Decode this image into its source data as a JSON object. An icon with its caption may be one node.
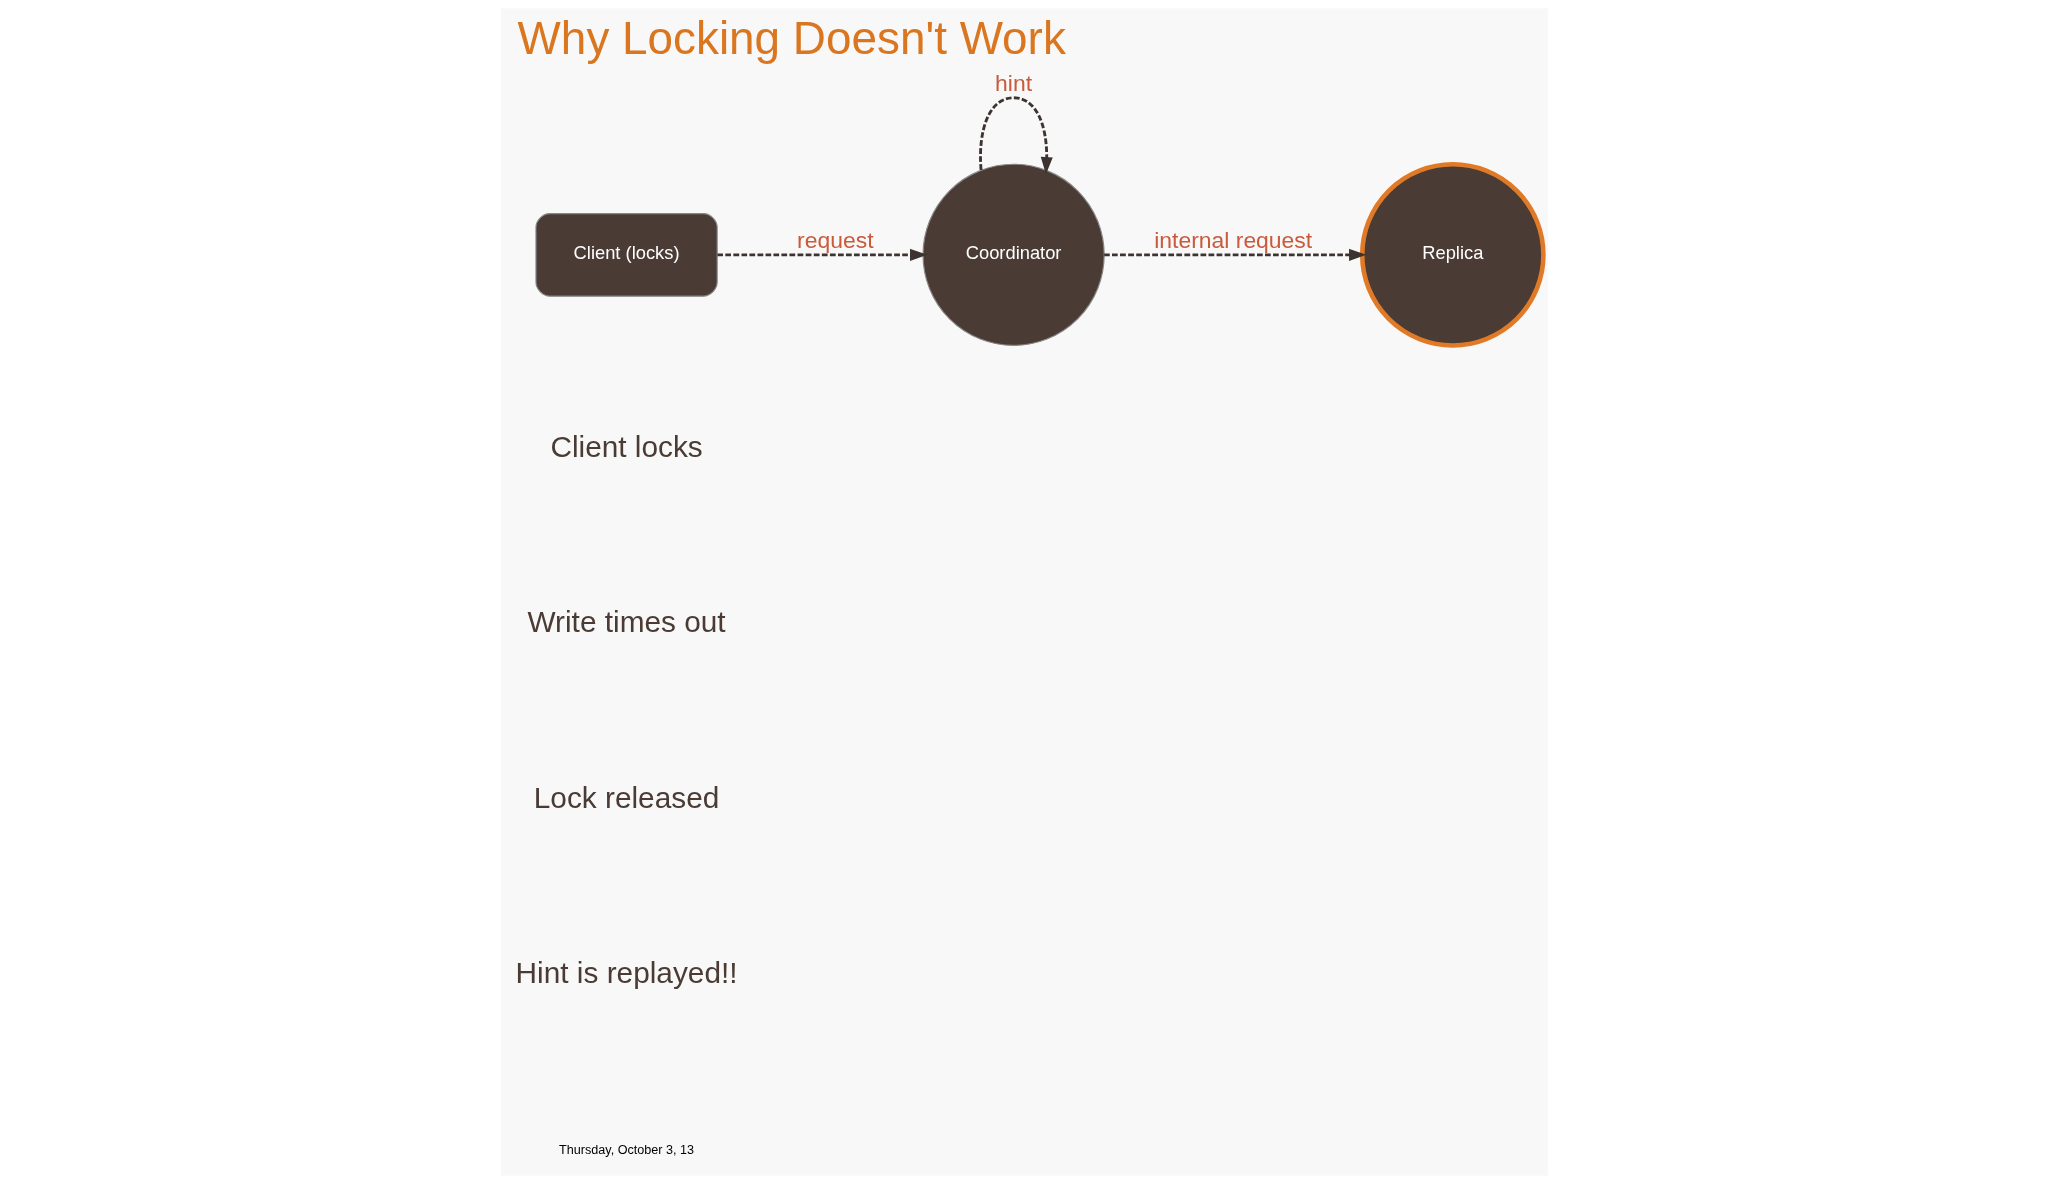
{
  "diagram": {
    "title": "Why Locking Doesn't Work",
    "nodes": [
      {
        "text": [
          "Client (locks)"
        ]
      },
      {
        "text": [
          "Coordinator"
        ]
      },
      {
        "text": [
          "Replica"
        ]
      }
    ],
    "edges": [
      {
        "from": 0,
        "to": 1,
        "arrow": "to",
        "label": "request",
        "style": "dashed"
      },
      {
        "from": 1,
        "to": 2,
        "arrow": "to",
        "label": "internal request",
        "style": "dashed"
      },
      {
        "from": 1,
        "to": 1,
        "arrow": "to",
        "label": "hint",
        "style": "dashed"
      }
    ],
    "labels": [
      "Client locks",
      "Write times out",
      "Lock released",
      "Hint is replayed!!",
      "Thursday, October 3, 13"
    ]
  }
}
